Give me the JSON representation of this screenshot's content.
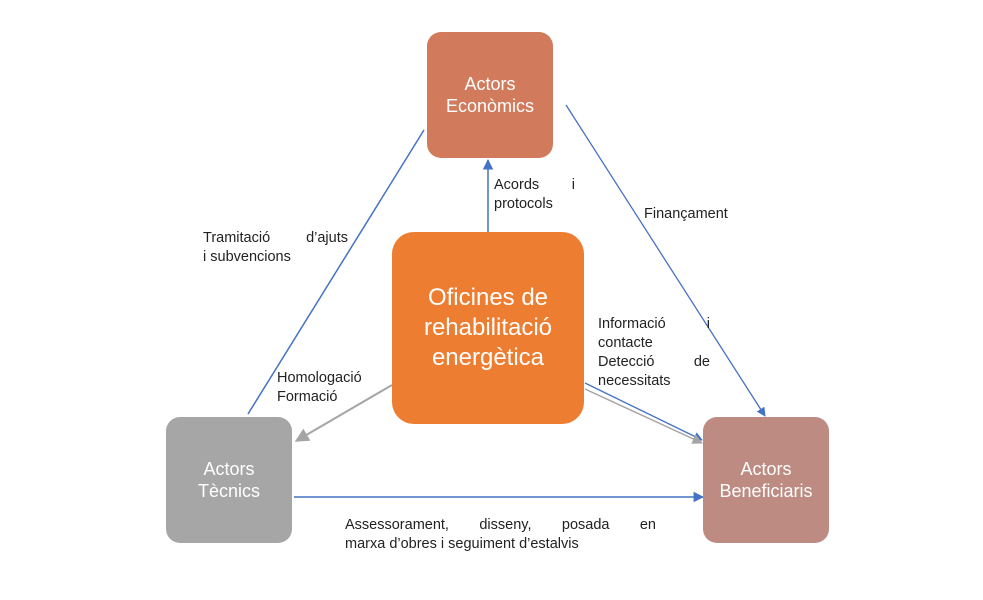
{
  "nodes": {
    "economics": {
      "line1": "Actors",
      "line2": "Econòmics"
    },
    "technical": {
      "line1": "Actors",
      "line2": "Tècnics"
    },
    "beneficiaries": {
      "line1": "Actors",
      "line2": "Beneficiaris"
    },
    "center": {
      "line1": "Oficines de",
      "line2": "rehabilitació",
      "line3": "energètica"
    }
  },
  "labels": {
    "agreements": {
      "line1a": "Acords",
      "line1b": "i",
      "line2": "protocols"
    },
    "financing": {
      "line1": "Finançament"
    },
    "grants": {
      "line1a": "Tramitació",
      "line1b": "d’ajuts",
      "line2": "i subvencions"
    },
    "information": {
      "line1a": "Informació",
      "line1b": "i",
      "line2": "contacte",
      "line3a": "Detecció",
      "line3b": "de",
      "line4": "necessitats"
    },
    "homologation": {
      "line1": "Homologació",
      "line2": "Formació"
    },
    "advice": {
      "line1a": "Assessorament,",
      "line1b": "disseny,",
      "line1c": "posada",
      "line1d": "en",
      "line2": "marxa d’obres i seguiment d’estalvis"
    }
  },
  "colors": {
    "economics": "#d27a5c",
    "technical": "#a6a6a6",
    "beneficiaries": "#bd8b82",
    "center": "#ed7d31",
    "arrow": "#4472c4",
    "arrow_gray": "#a5a5a5"
  }
}
